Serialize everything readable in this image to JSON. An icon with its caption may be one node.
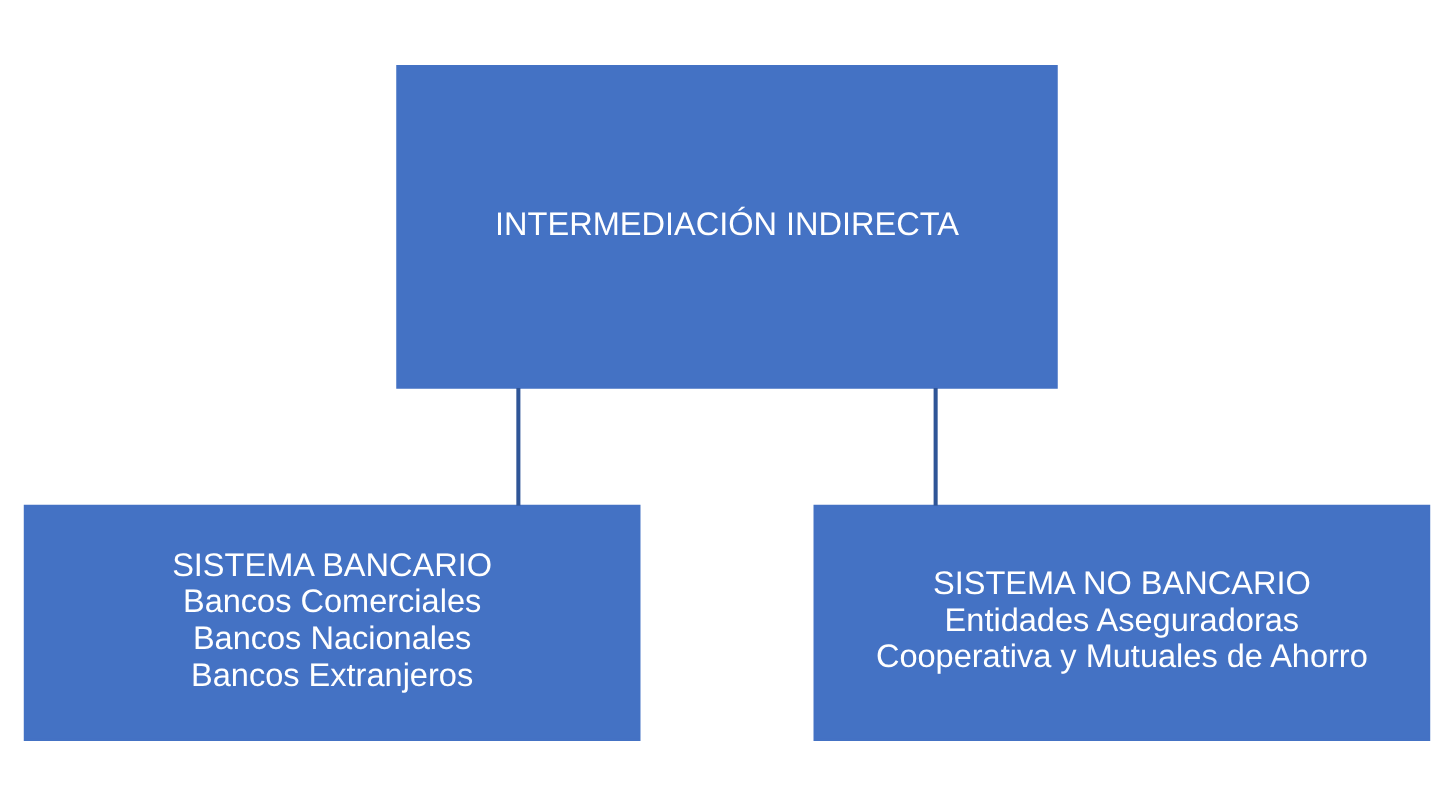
{
  "diagram": {
    "nodes": [
      {
        "text": [
          "INTERMEDIACIÓN INDIRECTA"
        ]
      },
      {
        "text": [
          "SISTEMA BANCARIO",
          "Bancos Comerciales",
          "Bancos Nacionales",
          "Bancos Extranjeros"
        ]
      },
      {
        "text": [
          "SISTEMA NO BANCARIO",
          "Entidades Aseguradoras",
          "Cooperativa y Mutuales de Ahorro"
        ]
      }
    ],
    "edges": [
      {
        "from": 0,
        "to": 1,
        "arrow": "none"
      },
      {
        "from": 0,
        "to": 2,
        "arrow": "none"
      }
    ]
  }
}
